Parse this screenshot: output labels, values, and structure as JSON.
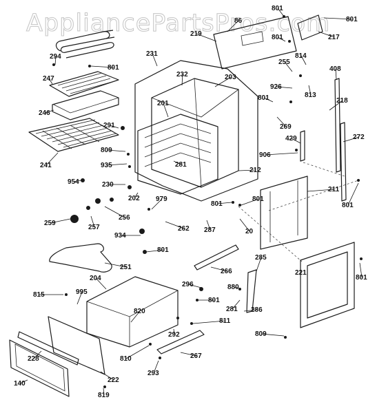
{
  "watermark": "AppliancePartsPros.com",
  "callouts": [
    "801",
    "801",
    "86",
    "219",
    "801",
    "217",
    "294",
    "801",
    "231",
    "814",
    "255",
    "408",
    "247",
    "232",
    "203",
    "926",
    "813",
    "801",
    "218",
    "246",
    "201",
    "269",
    "291",
    "272",
    "429",
    "241",
    "809",
    "935",
    "906",
    "281",
    "212",
    "954",
    "230",
    "202",
    "211",
    "979",
    "801",
    "801",
    "801",
    "20",
    "259",
    "257",
    "256",
    "262",
    "287",
    "934",
    "801",
    "251",
    "285",
    "221",
    "801",
    "266",
    "204",
    "296",
    "880",
    "815",
    "995",
    "281",
    "286",
    "801",
    "820",
    "811",
    "292",
    "809",
    "267",
    "810",
    "293",
    "228",
    "140",
    "222",
    "819"
  ]
}
